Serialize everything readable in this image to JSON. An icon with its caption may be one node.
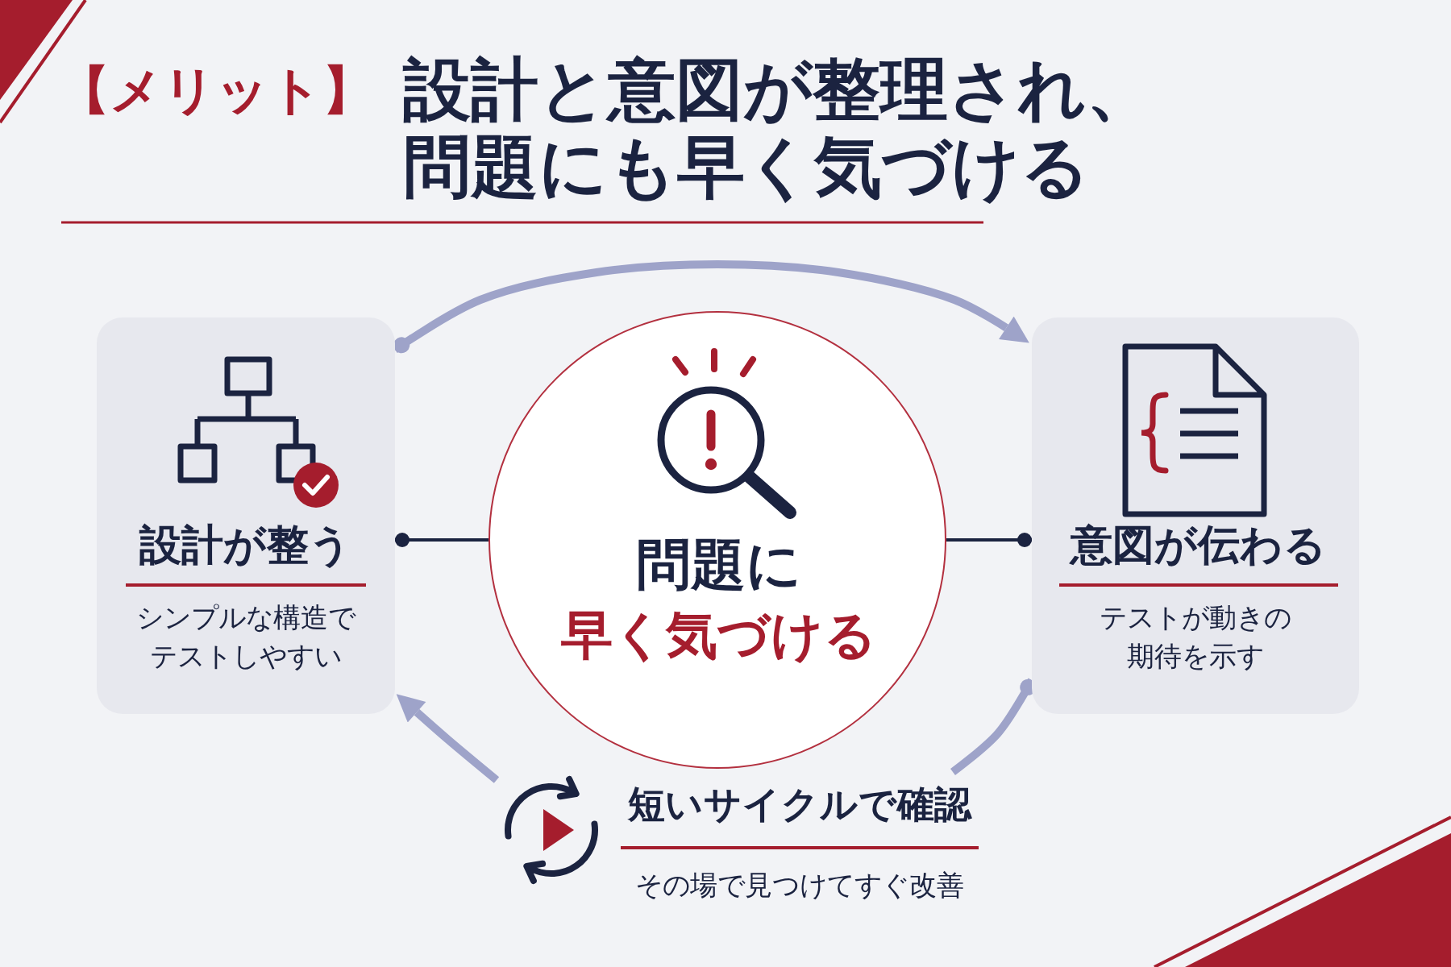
{
  "diagram": {
    "title": "設計と意図が整理され、問題にも早く気づける",
    "nodes": [
      {
        "text": [
          "設計が整う",
          "シンプルな構造でテストしやすい"
        ]
      },
      {
        "text": [
          "問題に",
          "早く気づける"
        ]
      },
      {
        "text": [
          "意図が伝わる",
          "テストが動きの期待を示す"
        ]
      },
      {
        "text": [
          "短いサイクルで確認",
          "その場で見つけてすぐ改善"
        ]
      }
    ],
    "edges": [
      {
        "from": 0,
        "to": 1,
        "arrow": "other",
        "color": "#1b2340"
      },
      {
        "from": 2,
        "to": 1,
        "arrow": "other",
        "color": "#1b2340"
      },
      {
        "from": 0,
        "to": 2,
        "arrow": "to"
      },
      {
        "from": 2,
        "to": 3,
        "arrow": "other"
      },
      {
        "from": 3,
        "to": 0,
        "arrow": "to"
      }
    ],
    "labels": [
      "【メリット】"
    ]
  }
}
